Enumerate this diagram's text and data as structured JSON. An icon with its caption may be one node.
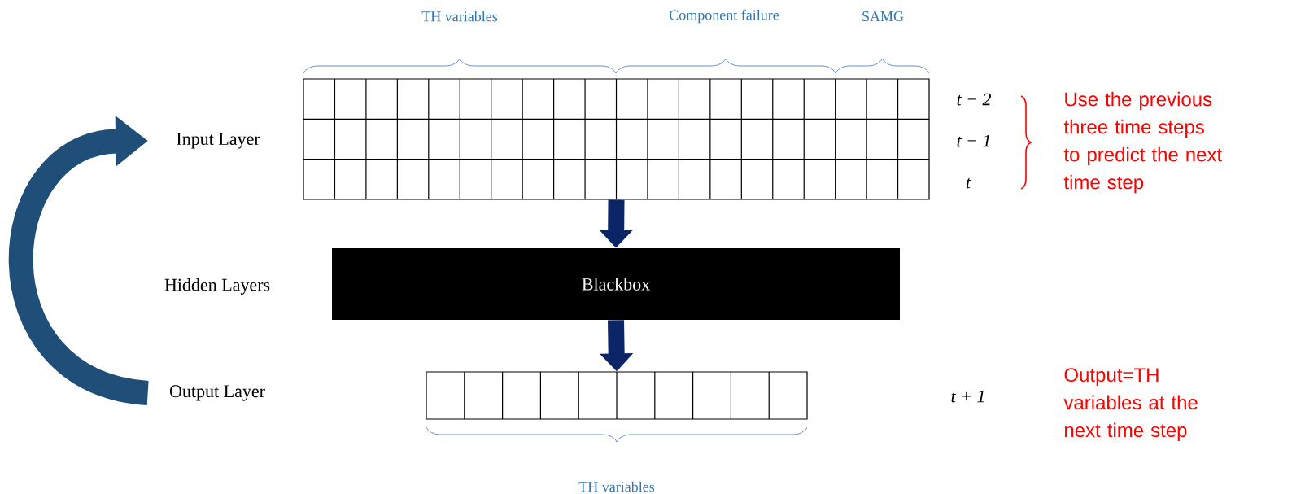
{
  "diagram": {
    "nodes": [
      {
        "text": [
          "Input Layer"
        ]
      },
      {
        "text": [],
        "shape": "box"
      },
      {
        "text": [
          "Blackbox"
        ]
      },
      {
        "text": [],
        "shape": "box"
      },
      {
        "text": [
          "Output Layer"
        ]
      }
    ],
    "edges": [
      {
        "from": 1,
        "to": 2,
        "arrow": "to"
      },
      {
        "from": 2,
        "to": 3,
        "arrow": "to"
      },
      {
        "from": 4,
        "to": 0,
        "arrow": "to",
        "color": "#1f4e79"
      }
    ],
    "labels": [
      "TH variables",
      "Component failure",
      "SAMG",
      "t − 2",
      "t − 1",
      "t",
      "Use the previous three time steps to predict the next time step",
      "Hidden Layers",
      "t + 1",
      "Output=TH variables at the next time step",
      "TH variables"
    ]
  }
}
